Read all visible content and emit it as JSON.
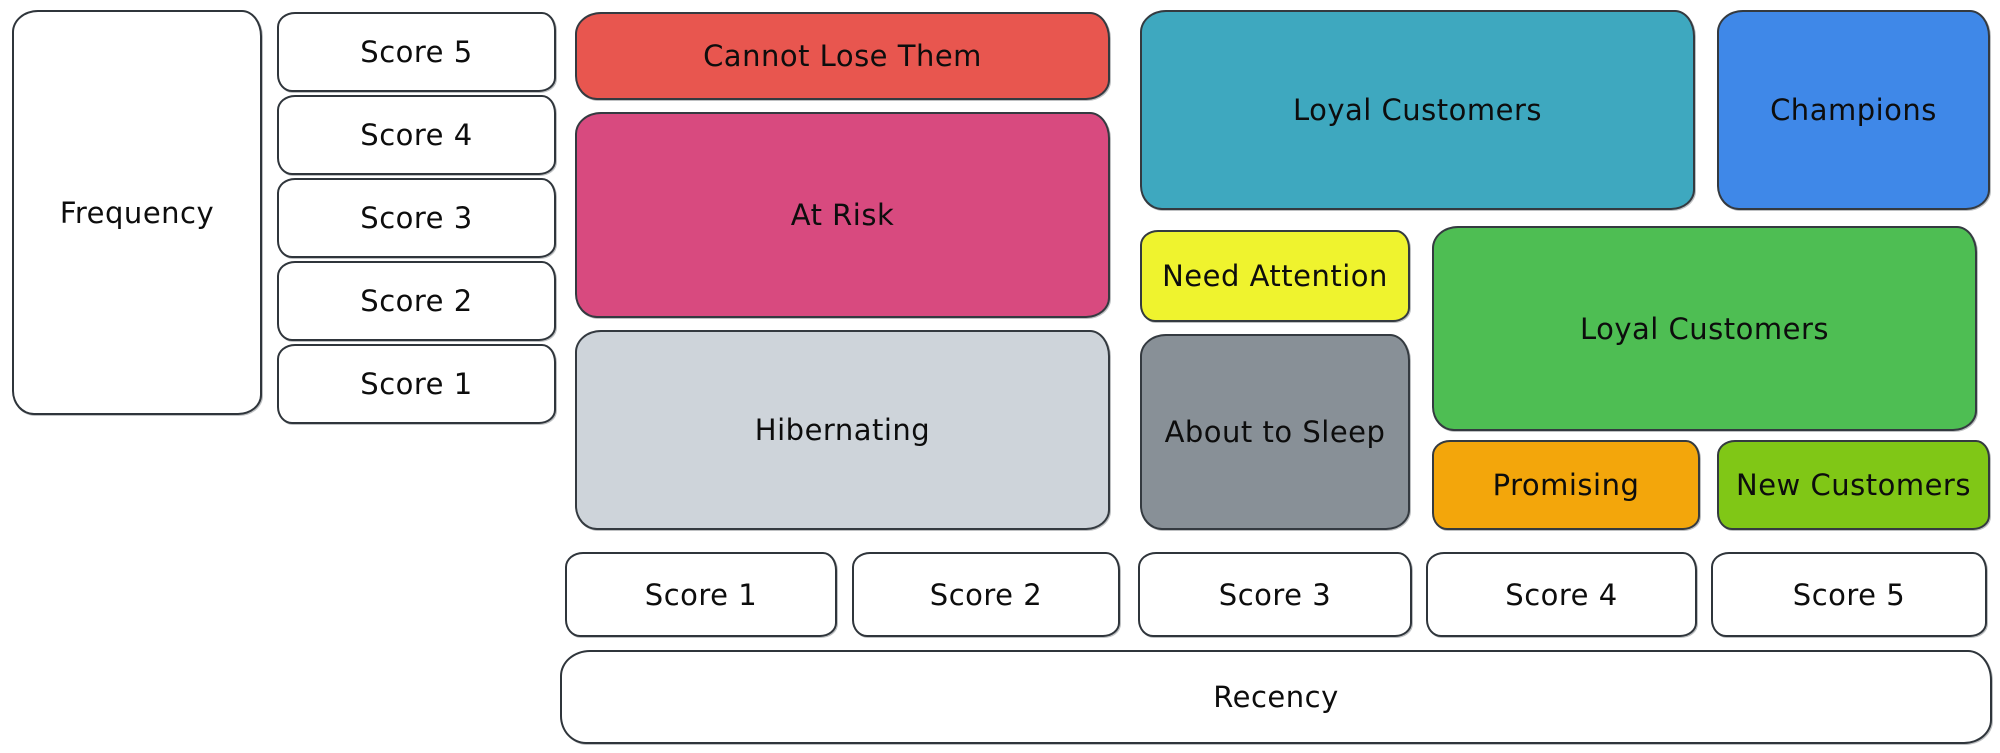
{
  "frequency_axis": {
    "label": "Frequency",
    "scores": [
      "Score 5",
      "Score 4",
      "Score 3",
      "Score 2",
      "Score 1"
    ]
  },
  "recency_axis": {
    "label": "Recency",
    "scores": [
      "Score 1",
      "Score 2",
      "Score 3",
      "Score 4",
      "Score 5"
    ]
  },
  "segments": {
    "cannot_lose_them": {
      "label": "Cannot Lose Them",
      "color": "#e8564f"
    },
    "at_risk": {
      "label": "At Risk",
      "color": "#d84a7f"
    },
    "hibernating": {
      "label": "Hibernating",
      "color": "#ced4da"
    },
    "loyal_customers_top": {
      "label": "Loyal Customers",
      "color": "#3ea8bf"
    },
    "champions": {
      "label": "Champions",
      "color": "#3f88e8"
    },
    "need_attention": {
      "label": "Need Attention",
      "color": "#eff32e"
    },
    "loyal_customers_mid": {
      "label": "Loyal Customers",
      "color": "#4ebe53"
    },
    "about_to_sleep": {
      "label": "About to Sleep",
      "color": "#889097"
    },
    "promising": {
      "label": "Promising",
      "color": "#f3a60b"
    },
    "new_customers": {
      "label": "New Customers",
      "color": "#80c716"
    }
  },
  "colors": {
    "background": "#ffffff",
    "stroke": "#343a40",
    "text": "#0d0d0d"
  }
}
